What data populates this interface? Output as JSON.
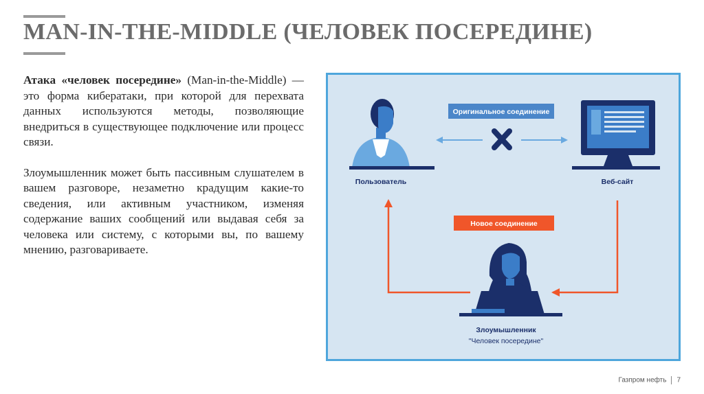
{
  "header": {
    "title": "MAN-IN-THE-MIDDLE (ЧЕЛОВЕК ПОСЕРЕДИНЕ)"
  },
  "body": {
    "para1_bold": "Атака «человек посередине»",
    "para1_rest": " (Man-in-the-Middle) — это форма кибератаки, при которой для перехвата данных используются методы, позволяющие внедриться в существующее подключение или процесс связи.",
    "para2": "Злоумышленник может быть пассивным слушателем в вашем разговоре, незаметно крадущим какие-то сведения, или активным участником, изменяя содержание ваших сообщений или выдавая себя за человека или систему, с которыми вы, по вашему мнению, разговариваете."
  },
  "diagram": {
    "original_label": "Оригинальное соединение",
    "new_label": "Новое соединение",
    "user_label": "Пользователь",
    "website_label": "Веб-сайт",
    "attacker_label": "Злоумышленник",
    "attacker_sublabel": "\"Человек посередине\"",
    "colors": {
      "background": "#d6e5f2",
      "frame": "#4ea6dc",
      "navy": "#1b2f6a",
      "blue": "#3b7dc8",
      "light_blue": "#6aa9e0",
      "orange": "#f0562a",
      "label_blue": "#4b86c9"
    }
  },
  "footer": {
    "company": "Газпром нефть",
    "page_number": "7"
  }
}
